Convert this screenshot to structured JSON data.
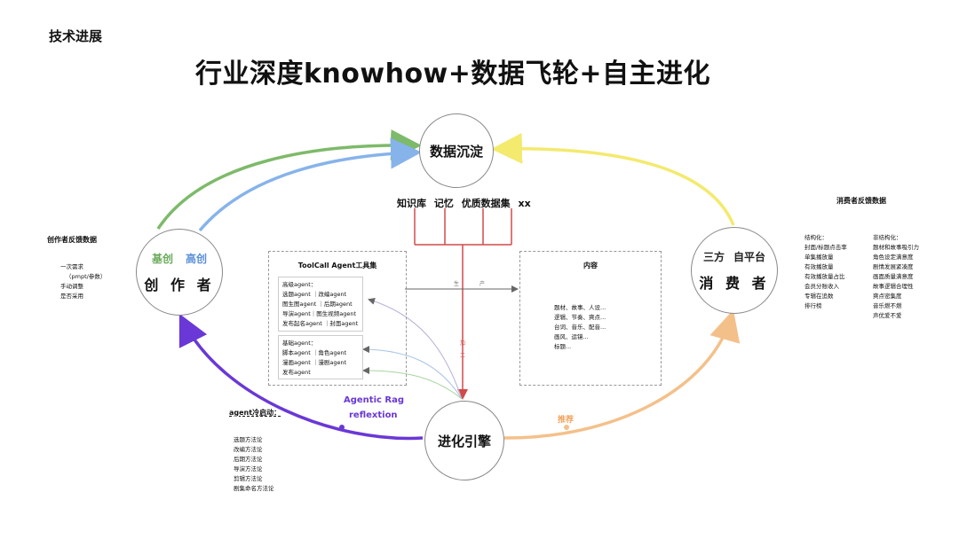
{
  "section_label": "技术进展",
  "main_title": "行业深度knowhow+数据飞轮+自主进化",
  "nodes": {
    "data": "数据沉淀",
    "creator": {
      "name": "创 作 者",
      "tag_basic": "基创",
      "tag_high": "高创"
    },
    "consumer": {
      "name": "消 费 者",
      "tag_third": "三方",
      "tag_self": "自平台"
    },
    "engine": "进化引擎"
  },
  "data_sources": [
    "知识库",
    "记忆",
    "优质数据集",
    "xx"
  ],
  "toolbox": {
    "title": "ToolCall Agent工具集",
    "advanced_header": "高级agent：",
    "advanced_items": [
      "选题agent ｜改编agent",
      "图生图agent ｜后期agent",
      "导演agent｜图生视频agent",
      "发布起名agent ｜封面agent"
    ],
    "basic_header": "基础agent：",
    "basic_items": [
      "脚本agent ｜角色agent",
      "漫画agent ｜漫剧agent",
      "发布agent"
    ]
  },
  "content": {
    "title": "内容",
    "lines": [
      "题材、故事、人设...",
      "逻辑、节奏、爽点...",
      "台词、音乐、配音...",
      "画风、运镜...",
      "标题..."
    ]
  },
  "arrow_labels": {
    "produce_1": "生",
    "produce_2": "产",
    "process_1": "加",
    "process_2": "工"
  },
  "creator_feedback": {
    "title": "创作者反馈数据",
    "items": [
      "一次需求",
      "（pmpt/参数）",
      "手动调整",
      "是否采用"
    ]
  },
  "agent_cold_start": {
    "title": "agent冷启动：",
    "items": [
      "选题方法论",
      "改编方法论",
      "后期方法论",
      "导演方法论",
      "剪辑方法论",
      "剧集命名方法论"
    ]
  },
  "rag_labels": [
    "Agentic Rag",
    "reflextion"
  ],
  "recommend_label": "推荐",
  "consumer_feedback": {
    "title": "消费者反馈数据",
    "structured_header": "结构化：",
    "structured": [
      "封面/标题点击率",
      "单集播放量",
      "有效播放量",
      "有效播放量占比",
      "会员分账收入",
      "专辑在追数",
      "排行榜"
    ],
    "unstructured_header": "非结构化：",
    "unstructured": [
      "题材和故事吸引力",
      "角色设定满意度",
      "剧情发展紧凑度",
      "画面质量满意度",
      "故事逻辑合理性",
      "爽点密集度",
      "音乐燃不燃",
      "声优爱不爱"
    ]
  },
  "colors": {
    "green_arrow": "#7dba6a",
    "blue_arrow": "#86b3ea",
    "yellow_arrow": "#f3ea6e",
    "purple_arrow": "#6a38d6",
    "orange_arrow": "#f4c08a",
    "red_lines": "#d24a4a"
  }
}
